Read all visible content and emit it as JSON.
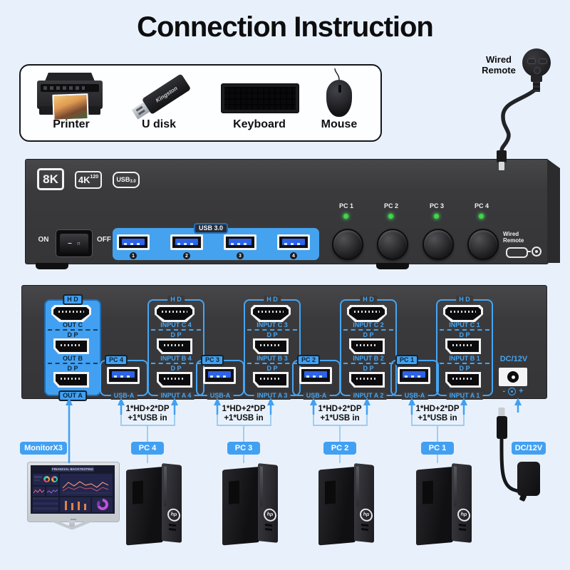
{
  "title": "Connection Instruction",
  "peripherals": {
    "items": [
      {
        "label": "Printer"
      },
      {
        "label": "U disk",
        "brand": "Kingston"
      },
      {
        "label": "Keyboard"
      },
      {
        "label": "Mouse"
      }
    ]
  },
  "wired_remote": {
    "line1": "Wired",
    "line2": "Remote"
  },
  "front_panel": {
    "badges": [
      {
        "main": "8K"
      },
      {
        "main": "4K",
        "sup": "120"
      },
      {
        "main": "USB",
        "sub": "3.0"
      }
    ],
    "power_on": "ON",
    "power_off": "OFF",
    "usb_hub": {
      "label": "USB 3.0",
      "port_numbers": [
        "1",
        "2",
        "3",
        "4"
      ]
    },
    "pc_buttons": [
      {
        "label": "PC 1"
      },
      {
        "label": "PC 2"
      },
      {
        "label": "PC 3"
      },
      {
        "label": "PC 4"
      }
    ],
    "remote_port": {
      "line1": "Wired",
      "line2": "Remote"
    }
  },
  "back_panel": {
    "output_group": {
      "hd": "H D",
      "out_c": "OUT C",
      "dp_b": "D P",
      "out_b": "OUT B",
      "dp_a": "D P",
      "out_a": "OUT A"
    },
    "pc_groups": [
      {
        "hd": "H D",
        "input_c": "INPUT C 4",
        "dp_b": "D P",
        "input_b": "INPUT B 4",
        "dp_a": "D P",
        "input_a": "INPUT A 4",
        "pc_tab": "PC 4",
        "usb": "USB-A"
      },
      {
        "hd": "H D",
        "input_c": "INPUT C 3",
        "dp_b": "D P",
        "input_b": "INPUT B 3",
        "dp_a": "D P",
        "input_a": "INPUT A 3",
        "pc_tab": "PC 3",
        "usb": "USB-A"
      },
      {
        "hd": "H D",
        "input_c": "INPUT C 2",
        "dp_b": "D P",
        "input_b": "INPUT B 2",
        "dp_a": "D P",
        "input_a": "INPUT A 2",
        "pc_tab": "PC 2",
        "usb": "USB-A"
      },
      {
        "hd": "H D",
        "input_c": "INPUT C 1",
        "dp_b": "D P",
        "input_b": "INPUT B 1",
        "dp_a": "D P",
        "input_a": "INPUT A 1",
        "pc_tab": "PC 1",
        "usb": "USB-A"
      }
    ],
    "dc": {
      "label": "DC/12V",
      "minus": "-",
      "plus": "+"
    }
  },
  "connections": {
    "bundle_line1": "1*HD+2*DP",
    "bundle_line2": "+1*USB in",
    "monitor_pill": "MonitorX3",
    "pc_pills": [
      "PC 4",
      "PC 3",
      "PC 2",
      "PC 1"
    ],
    "dc_pill": "DC/12V"
  },
  "monitor": {
    "screen_title": "FINANCIAL BACKTESTING"
  },
  "pc_tower_brand": "hp",
  "colors": {
    "background": "#e8f1fb",
    "accent": "#42a0f2",
    "panel_gray": "#3d3d40",
    "usb_blue": "#2e63e6",
    "led_green": "#3fd64a"
  }
}
